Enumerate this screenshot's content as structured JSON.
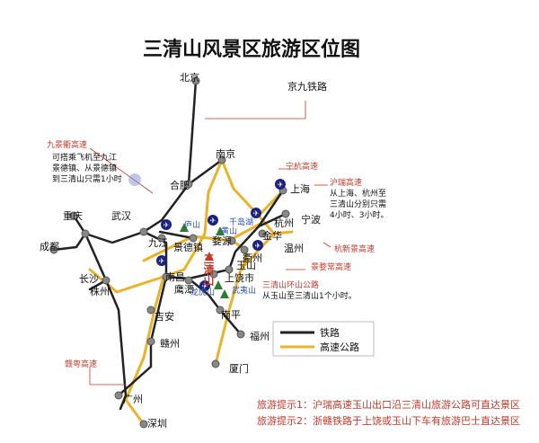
{
  "title": "三清山风景区旅游区位图",
  "cities": {
    "beijing": "北京",
    "nanjing": "南京",
    "hefei": "合肥",
    "shanghai": "上海",
    "ningbo": "宁波",
    "hangzhou": "杭州",
    "wuhan": "武汉",
    "jiujiang": "九江",
    "jingdezhen": "景德镇",
    "wuyuan": "婺源",
    "quzhou": "衢州",
    "jinhua": "金华",
    "wenzhou": "温州",
    "yushan": "玉山",
    "shangrao": "上饶市",
    "nanchang": "南昌",
    "yingtan": "鹰潭",
    "nanping": "南平",
    "fuzhou": "福州",
    "xiamen": "厦门",
    "jian": "吉安",
    "ganzhou": "赣州",
    "guangzhou": "广州",
    "shenzhen": "深圳",
    "changsha": "长沙",
    "zhuzhou": "株州",
    "chengdu": "成都",
    "chongqing": "重庆"
  },
  "sanqingshan": "三清山",
  "scenic": {
    "lushan": "庐山",
    "huangshan": "黄山",
    "qiandaohu": "千岛湖",
    "longhushan": "龙虎山",
    "wuyishan": "武夷山"
  },
  "routes": {
    "jingjiu": "京九铁路",
    "jiujing": "九景衢高速",
    "ningguo": "宁杭高速",
    "huruis": "沪瑞高速",
    "hangxinjing": "杭新景高速",
    "jingwu": "景婺常高速",
    "sanqing_ring": "三清山环山公路",
    "jingyue": "赣粤高速"
  },
  "notes": {
    "jiujing_1": "可搭乘飞机至九江",
    "jiujing_2": "景德镇、从景德镇",
    "jiujing_3": "到三清山只需1小时",
    "hurui_1": "从上海、杭州至",
    "hurui_2": "三清山分别只需",
    "hurui_3": "4小时、3小时。",
    "ring_1": "从玉山至三清山1个小时。"
  },
  "legend": {
    "rail": "铁路",
    "highway": "高速公路"
  },
  "tips": [
    "旅游提示1：沪瑞高速玉山出口沿三清山旅游公路可直达景区",
    "旅游提示2：浙赣铁路于上饶或玉山下车有旅游巴士直达景区"
  ],
  "colors": {
    "rail": "#222222",
    "highway": "#e8b22a",
    "accent": "#c0392b"
  }
}
